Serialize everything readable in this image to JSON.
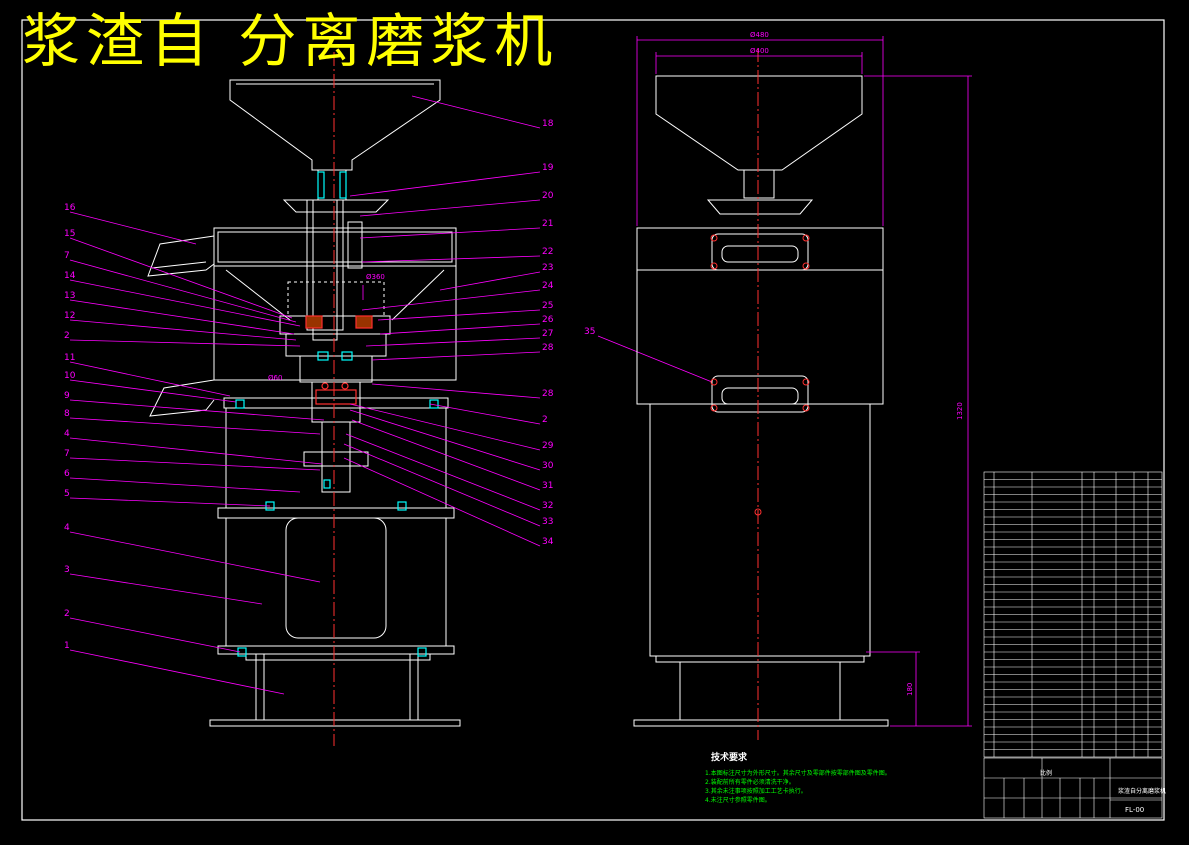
{
  "title": "浆渣自 分离磨浆机",
  "dims": {
    "dia1": "Ø480",
    "dia2": "Ø400",
    "dia3": "Ø360",
    "dia4": "Ø60",
    "height": "1320",
    "base_h": "180"
  },
  "callouts_left": [
    "16",
    "15",
    "7",
    "14",
    "13",
    "12",
    "2",
    "11",
    "10",
    "9",
    "8",
    "4",
    "7",
    "6",
    "5",
    "4",
    "3",
    "2",
    "1"
  ],
  "callouts_right": [
    "18",
    "19",
    "20",
    "21",
    "22",
    "23",
    "24",
    "25",
    "26",
    "27",
    "28",
    "28",
    "2",
    "29",
    "30",
    "31",
    "32",
    "33",
    "34"
  ],
  "callout_side": "35",
  "tech_requirements": {
    "heading": "技术要求",
    "items": [
      "1.本图标注尺寸为外形尺寸。其余尺寸及零部件按零部件图及零件图。",
      "2.装配前所有零件必须清洗干净。",
      "3.其余未注事项按照加工工艺卡执行。",
      "4.未注尺寸参照零件图。"
    ]
  },
  "title_block": {
    "drawing_title": "浆渣自分离磨浆机",
    "drawing_no": "FL-00",
    "material": "比例"
  },
  "colors": {
    "background": "#000000",
    "outline": "#ffffff",
    "leader": "#ff00ff",
    "centerline": "#ff3030",
    "section": "#00ffff",
    "dimension": "#ff00ff",
    "title": "#ffff00",
    "accent_red": "#ff3030"
  }
}
